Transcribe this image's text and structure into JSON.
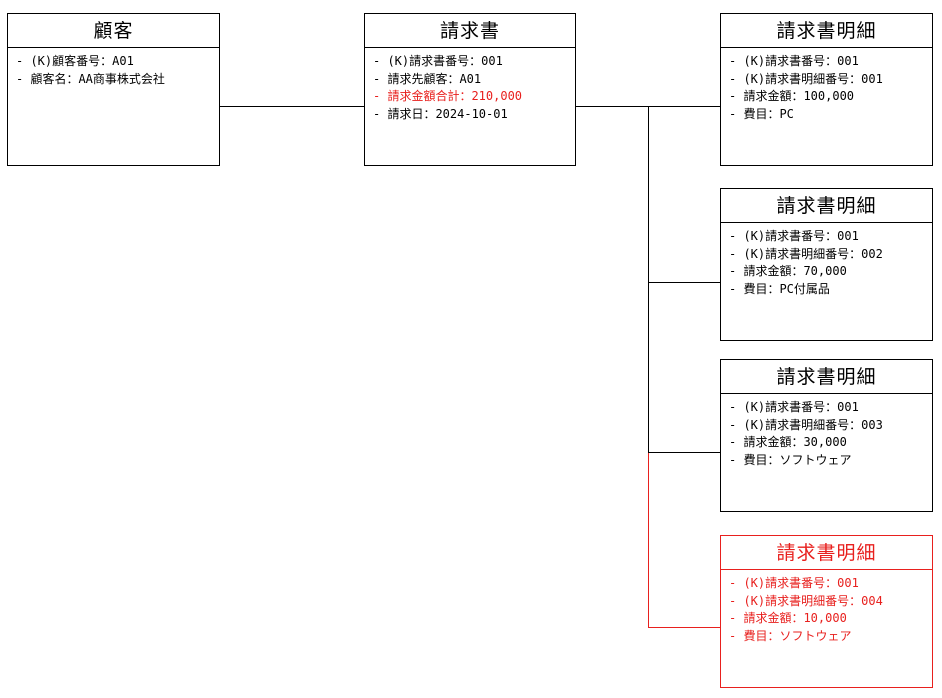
{
  "colors": {
    "line": "#000000",
    "highlight": "#e8201e"
  },
  "entities": {
    "customer": {
      "title": "顧客",
      "attrs": [
        "- (K)顧客番号：A01",
        "- 顧客名：AA商事株式会社"
      ]
    },
    "invoice": {
      "title": "請求書",
      "attrs": [
        "- (K)請求書番号：001",
        "- 請求先顧客：A01",
        "- 請求金額合計：210,000",
        "- 請求日：2024-10-01"
      ]
    },
    "details": [
      {
        "title": "請求書明細",
        "attrs": [
          "- (K)請求書番号：001",
          "- (K)請求書明細番号：001",
          "- 請求金額：100,000",
          "- 費目：PC"
        ]
      },
      {
        "title": "請求書明細",
        "attrs": [
          "- (K)請求書番号：001",
          "- (K)請求書明細番号：002",
          "- 請求金額：70,000",
          "- 費目：PC付属品"
        ]
      },
      {
        "title": "請求書明細",
        "attrs": [
          "- (K)請求書番号：001",
          "- (K)請求書明細番号：003",
          "- 請求金額：30,000",
          "- 費目：ソフトウェア"
        ]
      },
      {
        "title": "請求書明細",
        "attrs": [
          "- (K)請求書番号：001",
          "- (K)請求書明細番号：004",
          "- 請求金額：10,000",
          "- 費目：ソフトウェア"
        ]
      }
    ]
  }
}
